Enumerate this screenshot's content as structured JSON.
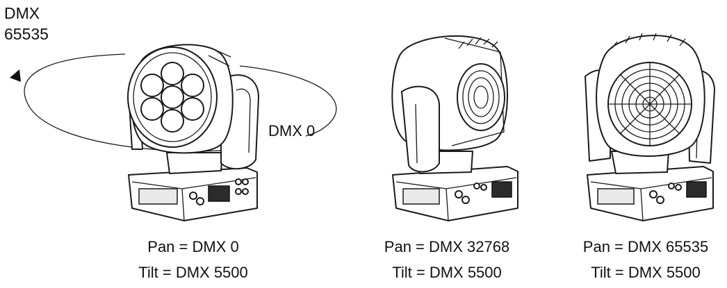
{
  "rotation": {
    "start_label_line1": "DMX",
    "start_label_line2": "65535",
    "end_label": "DMX 0"
  },
  "fixtures": [
    {
      "pan_label": "Pan = DMX 0",
      "tilt_label": "Tilt = DMX 5500",
      "icon": "moving-head-front-view"
    },
    {
      "pan_label": "Pan = DMX 32768",
      "tilt_label": "Tilt = DMX 5500",
      "icon": "moving-head-side-view"
    },
    {
      "pan_label": "Pan = DMX 65535",
      "tilt_label": "Tilt = DMX 5500",
      "icon": "moving-head-back-view"
    }
  ]
}
